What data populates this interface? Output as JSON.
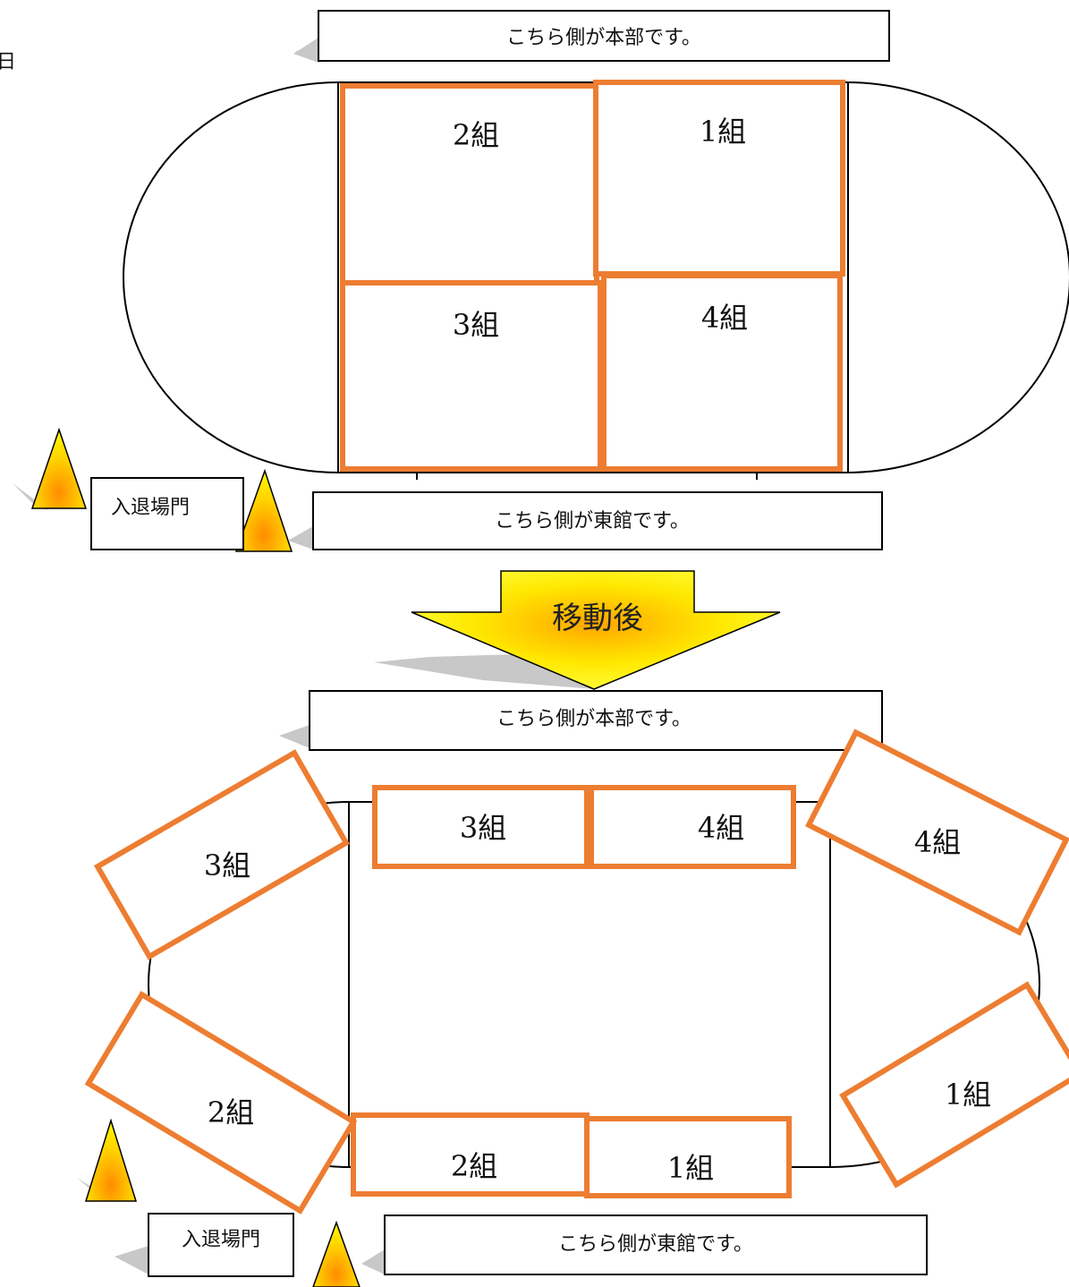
{
  "corner_mark": "日",
  "colors": {
    "zone_border": "#ED7D31",
    "cone_fill": "#FFD700",
    "arrow_fill": "#FFFF00"
  },
  "before": {
    "hq_label": "こちら側が本部です。",
    "east_label": "こちら側が東館です。",
    "gate_label": "入退場門",
    "zones": [
      "2組",
      "1組",
      "3組",
      "4組"
    ]
  },
  "arrow_label": "移動後",
  "after": {
    "hq_label": "こちら側が本部です。",
    "east_label": "こちら側が東館です。",
    "gate_label": "入退場門",
    "zones": [
      "3組",
      "3組",
      "4組",
      "4組",
      "2組",
      "2組",
      "1組",
      "1組"
    ]
  }
}
